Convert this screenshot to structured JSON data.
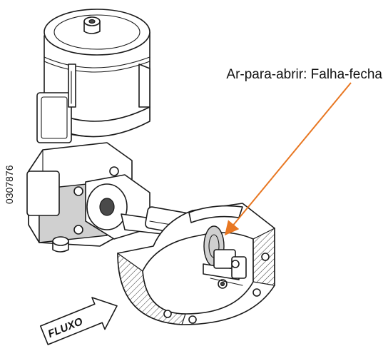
{
  "callout": {
    "label": "Ar-para-abrir: Falha-fecha",
    "arrow_color": "#e87722"
  },
  "figure_code": "0307876",
  "flow": {
    "label": "FLUXO"
  }
}
